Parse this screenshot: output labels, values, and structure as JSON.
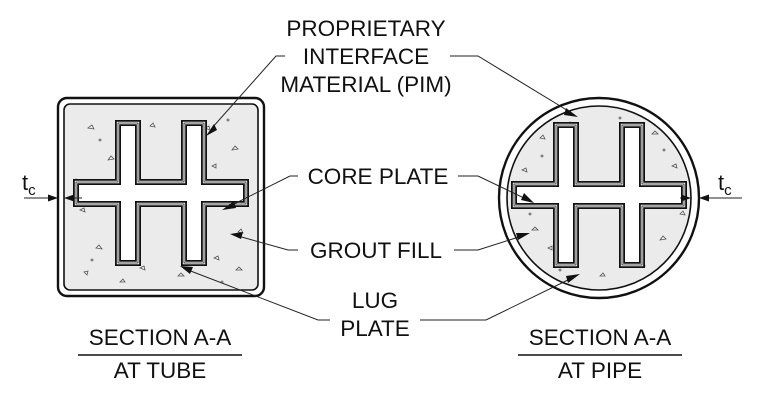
{
  "labels": {
    "pim_line1": "PROPRIETARY",
    "pim_line2": "INTERFACE",
    "pim_line3": "MATERIAL (PIM)",
    "core_plate": "CORE PLATE",
    "grout_fill": "GROUT FILL",
    "lug_line1": "LUG",
    "lug_line2": "PLATE",
    "thickness_symbol": "t",
    "thickness_subscript": "c"
  },
  "captions": {
    "tube_line1": "SECTION A-A",
    "tube_line2": "AT TUBE",
    "pipe_line1": "SECTION A-A",
    "pipe_line2": "AT PIPE"
  },
  "colors": {
    "ink": "#111111",
    "grout_fill": "#ebebeb",
    "background": "#ffffff"
  }
}
